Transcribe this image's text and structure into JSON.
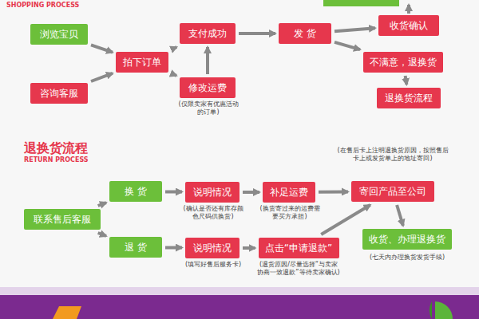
{
  "diagram": {
    "nodes": [
      {
        "text": [
          "浏览宝贝"
        ]
      },
      {
        "text": [
          "咨询客服"
        ]
      },
      {
        "text": [
          "拍下订单"
        ]
      },
      {
        "text": [
          "支付成功"
        ]
      },
      {
        "text": [
          "修改运费"
        ]
      },
      {
        "text": [
          "发 货"
        ]
      },
      {
        "text": [
          "收货确认"
        ]
      },
      {
        "text": [
          "不满意，退换货"
        ]
      },
      {
        "text": [
          "退换货流程"
        ]
      },
      {
        "text": [
          "联系售后客服"
        ]
      },
      {
        "text": [
          "换 货"
        ]
      },
      {
        "text": [
          "退 货"
        ]
      },
      {
        "text": [
          "说明情况"
        ]
      },
      {
        "text": [
          "补足运费"
        ]
      },
      {
        "text": [
          "说明情况"
        ]
      },
      {
        "text": [
          "点击“申请退款”"
        ]
      },
      {
        "text": [
          "寄回产品至公司"
        ]
      },
      {
        "text": [
          "收货、办理退换货"
        ]
      }
    ],
    "edges": [
      {
        "from": 0,
        "to": 2,
        "arrow": "to"
      },
      {
        "from": 1,
        "to": 2,
        "arrow": "to"
      },
      {
        "from": 2,
        "to": 3,
        "arrow": "to"
      },
      {
        "from": 2,
        "to": 4,
        "arrow": "to"
      },
      {
        "from": 4,
        "to": 3,
        "arrow": "to"
      },
      {
        "from": 3,
        "to": 5,
        "arrow": "to"
      },
      {
        "from": 5,
        "to": 6,
        "arrow": "to"
      },
      {
        "from": 5,
        "to": 7,
        "arrow": "to"
      },
      {
        "from": 7,
        "to": 8,
        "arrow": "to"
      },
      {
        "from": 9,
        "to": 10,
        "arrow": "to"
      },
      {
        "from": 9,
        "to": 11,
        "arrow": "to"
      },
      {
        "from": 10,
        "to": 12,
        "arrow": "to"
      },
      {
        "from": 12,
        "to": 13,
        "arrow": "to"
      },
      {
        "from": 13,
        "to": 16,
        "arrow": "to"
      },
      {
        "from": 11,
        "to": 14,
        "arrow": "to"
      },
      {
        "from": 14,
        "to": 15,
        "arrow": "to"
      },
      {
        "from": 15,
        "to": 16,
        "arrow": "to"
      },
      {
        "from": 16,
        "to": 17,
        "arrow": "to"
      }
    ],
    "labels": [
      "SHOPPING PROCESS",
      "(仅限卖家有优惠活动的订单)",
      "退换货流程",
      "RETURN PROCESS",
      "(确认是否还有库存颜色尺码供换货)",
      "(换货寄过来的运费需要买方承担)",
      "(在售后卡上注明退换货原因，按照售后卡上或发货单上的地址寄回)",
      "(填写好售后服务卡)",
      "(退货原因/尽量选择“与卖家协商一致退款”等待卖家确认)",
      "(七天内办理换货发货手续)"
    ]
  }
}
